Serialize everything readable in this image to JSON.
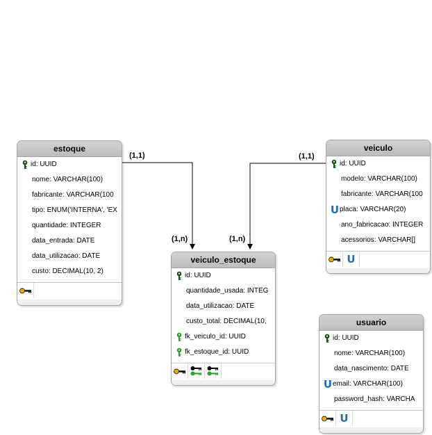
{
  "tables": {
    "estoque": {
      "name": "estoque",
      "fields": [
        {
          "text": "id: UUID",
          "icon": "primary-key-icon"
        },
        {
          "text": "nome: VARCHAR(100)",
          "icon": ""
        },
        {
          "text": "fabricante: VARCHAR(100",
          "icon": ""
        },
        {
          "text": "tipo: ENUM('INTERNA', 'EX",
          "icon": ""
        },
        {
          "text": "quantidade: INTEGER",
          "icon": ""
        },
        {
          "text": "data_entrada: DATE",
          "icon": ""
        },
        {
          "text": "data_utilizacao: DATE",
          "icon": ""
        },
        {
          "text": "custo: DECIMAL(10, 2)",
          "icon": ""
        }
      ],
      "footer_icons": [
        "primary-key-icon"
      ]
    },
    "veiculo": {
      "name": "veiculo",
      "fields": [
        {
          "text": "id: UUID",
          "icon": "primary-key-icon"
        },
        {
          "text": "modelo: VARCHAR(100)",
          "icon": ""
        },
        {
          "text": "fabricante: VARCHAR(100",
          "icon": ""
        },
        {
          "text": "placa: VARCHAR(20)",
          "icon": "unique-icon"
        },
        {
          "text": "ano_fabricacao: INTEGER",
          "icon": ""
        },
        {
          "text": "acessorios: VARCHAR[]",
          "icon": ""
        }
      ],
      "footer_icons": [
        "primary-key-icon",
        "unique-icon"
      ]
    },
    "veiculo_estoque": {
      "name": "veiculo_estoque",
      "fields": [
        {
          "text": "id: UUID",
          "icon": "primary-key-icon"
        },
        {
          "text": "quantidade_usada: INTEG",
          "icon": ""
        },
        {
          "text": "data_utilizacao: DATE",
          "icon": ""
        },
        {
          "text": "custo_total: DECIMAL(10,",
          "icon": ""
        },
        {
          "text": "fk_veiculo_id: UUID",
          "icon": "foreign-key-icon"
        },
        {
          "text": "fk_estoque_id: UUID",
          "icon": "foreign-key-icon"
        }
      ],
      "footer_icons": [
        "primary-key-icon",
        "foreign-key-pair-icon",
        "foreign-key-pair-icon"
      ]
    },
    "usuario": {
      "name": "usuario",
      "fields": [
        {
          "text": "id: UUID",
          "icon": "primary-key-icon"
        },
        {
          "text": "nome: VARCHAR(100)",
          "icon": ""
        },
        {
          "text": "data_nascimento: DATE",
          "icon": ""
        },
        {
          "text": "email: VARCHAR(100)",
          "icon": "unique-icon"
        },
        {
          "text": "password_hash: VARCHA",
          "icon": ""
        }
      ],
      "footer_icons": [
        "primary-key-icon",
        "unique-icon"
      ]
    }
  },
  "relationships": {
    "estoque_side": "(1,1)",
    "veiculo_estoque_left": "(1,n)",
    "veiculo_side": "(1,1)",
    "veiculo_estoque_right": "(1,n)"
  },
  "colors": {
    "header": "#c4c4c4",
    "border": "#a6a6a6",
    "primary_key": "#1a4d1a",
    "foreign_key": "#2aa02a",
    "unique": "#1f6fb5",
    "footer_key": "#e0b000"
  }
}
